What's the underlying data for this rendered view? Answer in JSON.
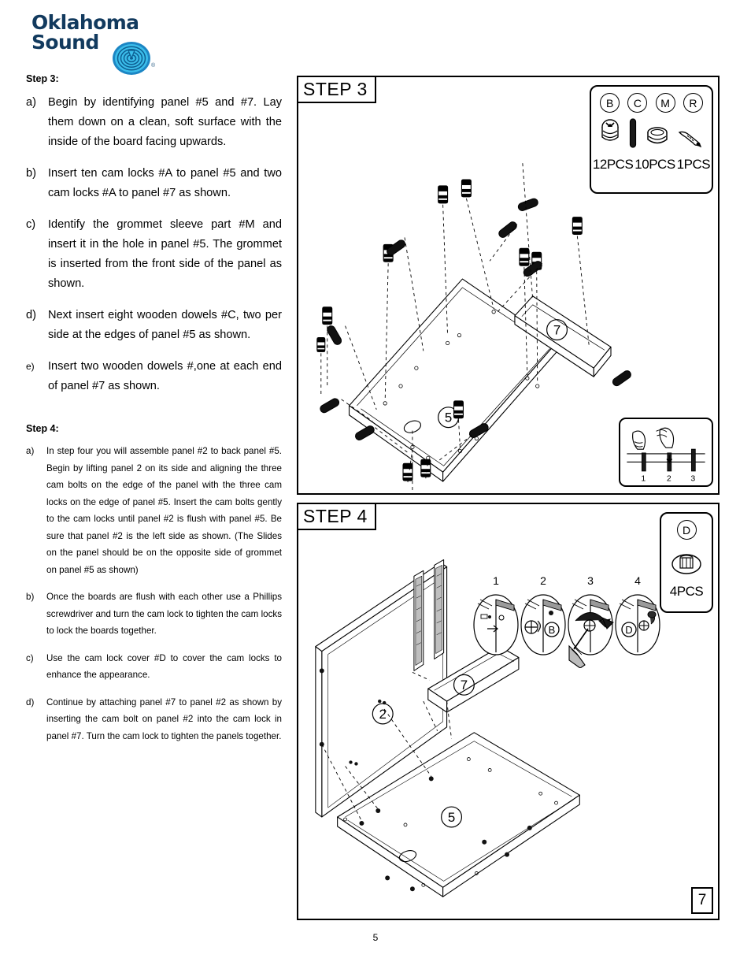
{
  "brand": {
    "name_line1": "Oklahoma",
    "name_line2": "Sound",
    "registered_mark": "®",
    "logo_icon": "sound-waves-icon",
    "color_wordmark": "#123a5e",
    "color_mark": "#29a8df"
  },
  "page": {
    "number": "5",
    "corner_marker": "7"
  },
  "step3": {
    "heading": "Step 3:",
    "diagram_label": "STEP 3",
    "items": [
      {
        "mark": "a)",
        "text": "Begin by identifying panel #5 and #7. Lay them down on a clean, soft surface with the inside of the board facing upwards."
      },
      {
        "mark": "b)",
        "text": "Insert ten cam locks #A to panel #5 and two cam locks #A to panel #7 as shown."
      },
      {
        "mark": "c)",
        "text": "Identify the grommet sleeve part #M and insert it in the hole in panel #5. The grommet is inserted from the front side of the panel as shown."
      },
      {
        "mark": "d)",
        "text": "Next insert eight wooden dowels #C, two per side at the edges of panel #5 as shown."
      },
      {
        "mark": "e)",
        "text": "Insert  two wooden dowels #,one at each end of panel #7 as shown."
      }
    ],
    "parts_box": {
      "letters": [
        "B",
        "C",
        "M",
        "R"
      ],
      "icons": [
        "cam-lock-icon",
        "wooden-dowel-icon",
        "grommet-sleeve-icon",
        "allen-key-icon"
      ],
      "counts": [
        "12PCS",
        "10PCS",
        "1PCS"
      ]
    },
    "panel_labels": [
      "5",
      "7"
    ],
    "grommet_callout": "M",
    "inset": {
      "name": "dowel-insertion-detail",
      "steps": [
        "1",
        "2",
        "3"
      ]
    }
  },
  "step4": {
    "heading": "Step 4:",
    "diagram_label": "STEP 4",
    "items": [
      {
        "mark": "a)",
        "text": "In step four you will assemble panel #2 to back panel #5. Begin by lifting panel 2 on its side and aligning the three cam bolts on the edge of the panel with the  three cam locks on the edge of panel #5.  Insert the cam bolts gently to the cam locks until panel #2 is flush with panel #5. Be sure that panel #2 is the left side as shown. (The Slides on the panel should be on the opposite side of grommet on panel #5 as shown)"
      },
      {
        "mark": "b)",
        "text": "Once the boards are flush with each other use a Phillips screwdriver and turn the  cam lock to tighten   the cam locks to lock the boards together."
      },
      {
        "mark": "c)",
        "text": "Use the cam lock cover #D to cover the cam locks to enhance the appearance."
      },
      {
        "mark": "d)",
        "text": "Continue by attaching panel #7 to panel  #2 as shown by inserting the cam bolt on panel #2 into the cam lock in panel #7. Turn the cam lock  to tighten the panels together."
      }
    ],
    "parts_box": {
      "letters": [
        "D"
      ],
      "icons": [
        "cam-lock-cover-icon"
      ],
      "counts": [
        "4PCS"
      ]
    },
    "panel_labels": [
      "2",
      "5",
      "7"
    ],
    "detail_insets": [
      {
        "number": "1",
        "name": "align-cam-bolt-detail",
        "label": ""
      },
      {
        "number": "2",
        "name": "insert-cam-bolt-detail",
        "label": "B"
      },
      {
        "number": "3",
        "name": "tighten-cam-lock-detail",
        "label": ""
      },
      {
        "number": "4",
        "name": "apply-cover-cap-detail",
        "label": "D"
      }
    ]
  }
}
